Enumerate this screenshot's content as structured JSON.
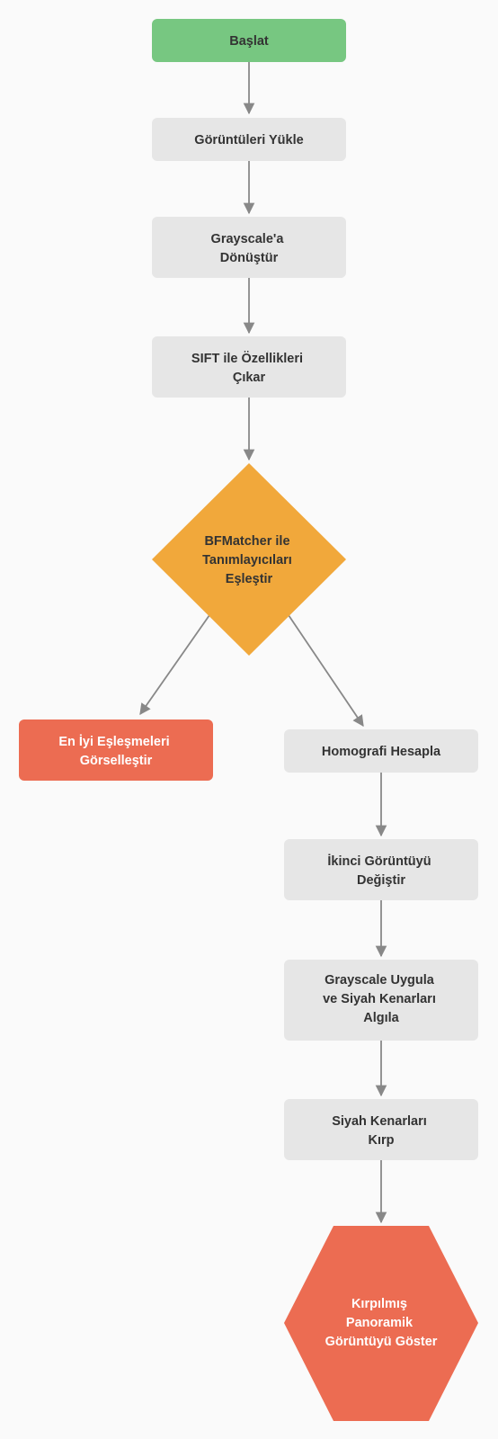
{
  "colors": {
    "background": "#fafafa",
    "start_fill": "#77c781",
    "process_fill": "#e6e6e6",
    "decision_fill": "#f1a83b",
    "terminal_fill": "#ec6c52",
    "edge": "#888888",
    "dark_text": "#333333",
    "light_text": "#ffffff"
  },
  "nodes": {
    "start": {
      "label": "Başlat",
      "shape": "rounded-rect",
      "style": "start"
    },
    "load_images": {
      "label": "Görüntüleri Yükle",
      "shape": "rounded-rect",
      "style": "process"
    },
    "to_grayscale": {
      "lines": [
        "Grayscale'a",
        "Dönüştür"
      ],
      "shape": "rounded-rect",
      "style": "process"
    },
    "sift_features": {
      "lines": [
        "SIFT ile Özellikleri",
        "Çıkar"
      ],
      "shape": "rounded-rect",
      "style": "process"
    },
    "bf_matcher": {
      "lines": [
        "BFMatcher ile",
        "Tanımlayıcıları",
        "Eşleştir"
      ],
      "shape": "diamond",
      "style": "decision"
    },
    "best_matches": {
      "lines": [
        "En İyi Eşleşmeleri",
        "Görselleştir"
      ],
      "shape": "rounded-rect",
      "style": "terminal"
    },
    "homography": {
      "label": "Homografi Hesapla",
      "shape": "rounded-rect",
      "style": "process"
    },
    "warp_second": {
      "lines": [
        "İkinci Görüntüyü",
        "Değiştir"
      ],
      "shape": "rounded-rect",
      "style": "process"
    },
    "detect_borders": {
      "lines": [
        "Grayscale Uygula",
        "ve Siyah Kenarları",
        "Algıla"
      ],
      "shape": "rounded-rect",
      "style": "process"
    },
    "crop_borders": {
      "lines": [
        "Siyah Kenarları",
        "Kırp"
      ],
      "shape": "rounded-rect",
      "style": "process"
    },
    "show_panorama": {
      "lines": [
        "Kırpılmış",
        "Panoramik",
        "Görüntüyü Göster"
      ],
      "shape": "hexagon",
      "style": "terminal"
    }
  },
  "edges": [
    {
      "from": "start",
      "to": "load_images"
    },
    {
      "from": "load_images",
      "to": "to_grayscale"
    },
    {
      "from": "to_grayscale",
      "to": "sift_features"
    },
    {
      "from": "sift_features",
      "to": "bf_matcher"
    },
    {
      "from": "bf_matcher",
      "to": "best_matches"
    },
    {
      "from": "bf_matcher",
      "to": "homography"
    },
    {
      "from": "homography",
      "to": "warp_second"
    },
    {
      "from": "warp_second",
      "to": "detect_borders"
    },
    {
      "from": "detect_borders",
      "to": "crop_borders"
    },
    {
      "from": "crop_borders",
      "to": "show_panorama"
    }
  ]
}
